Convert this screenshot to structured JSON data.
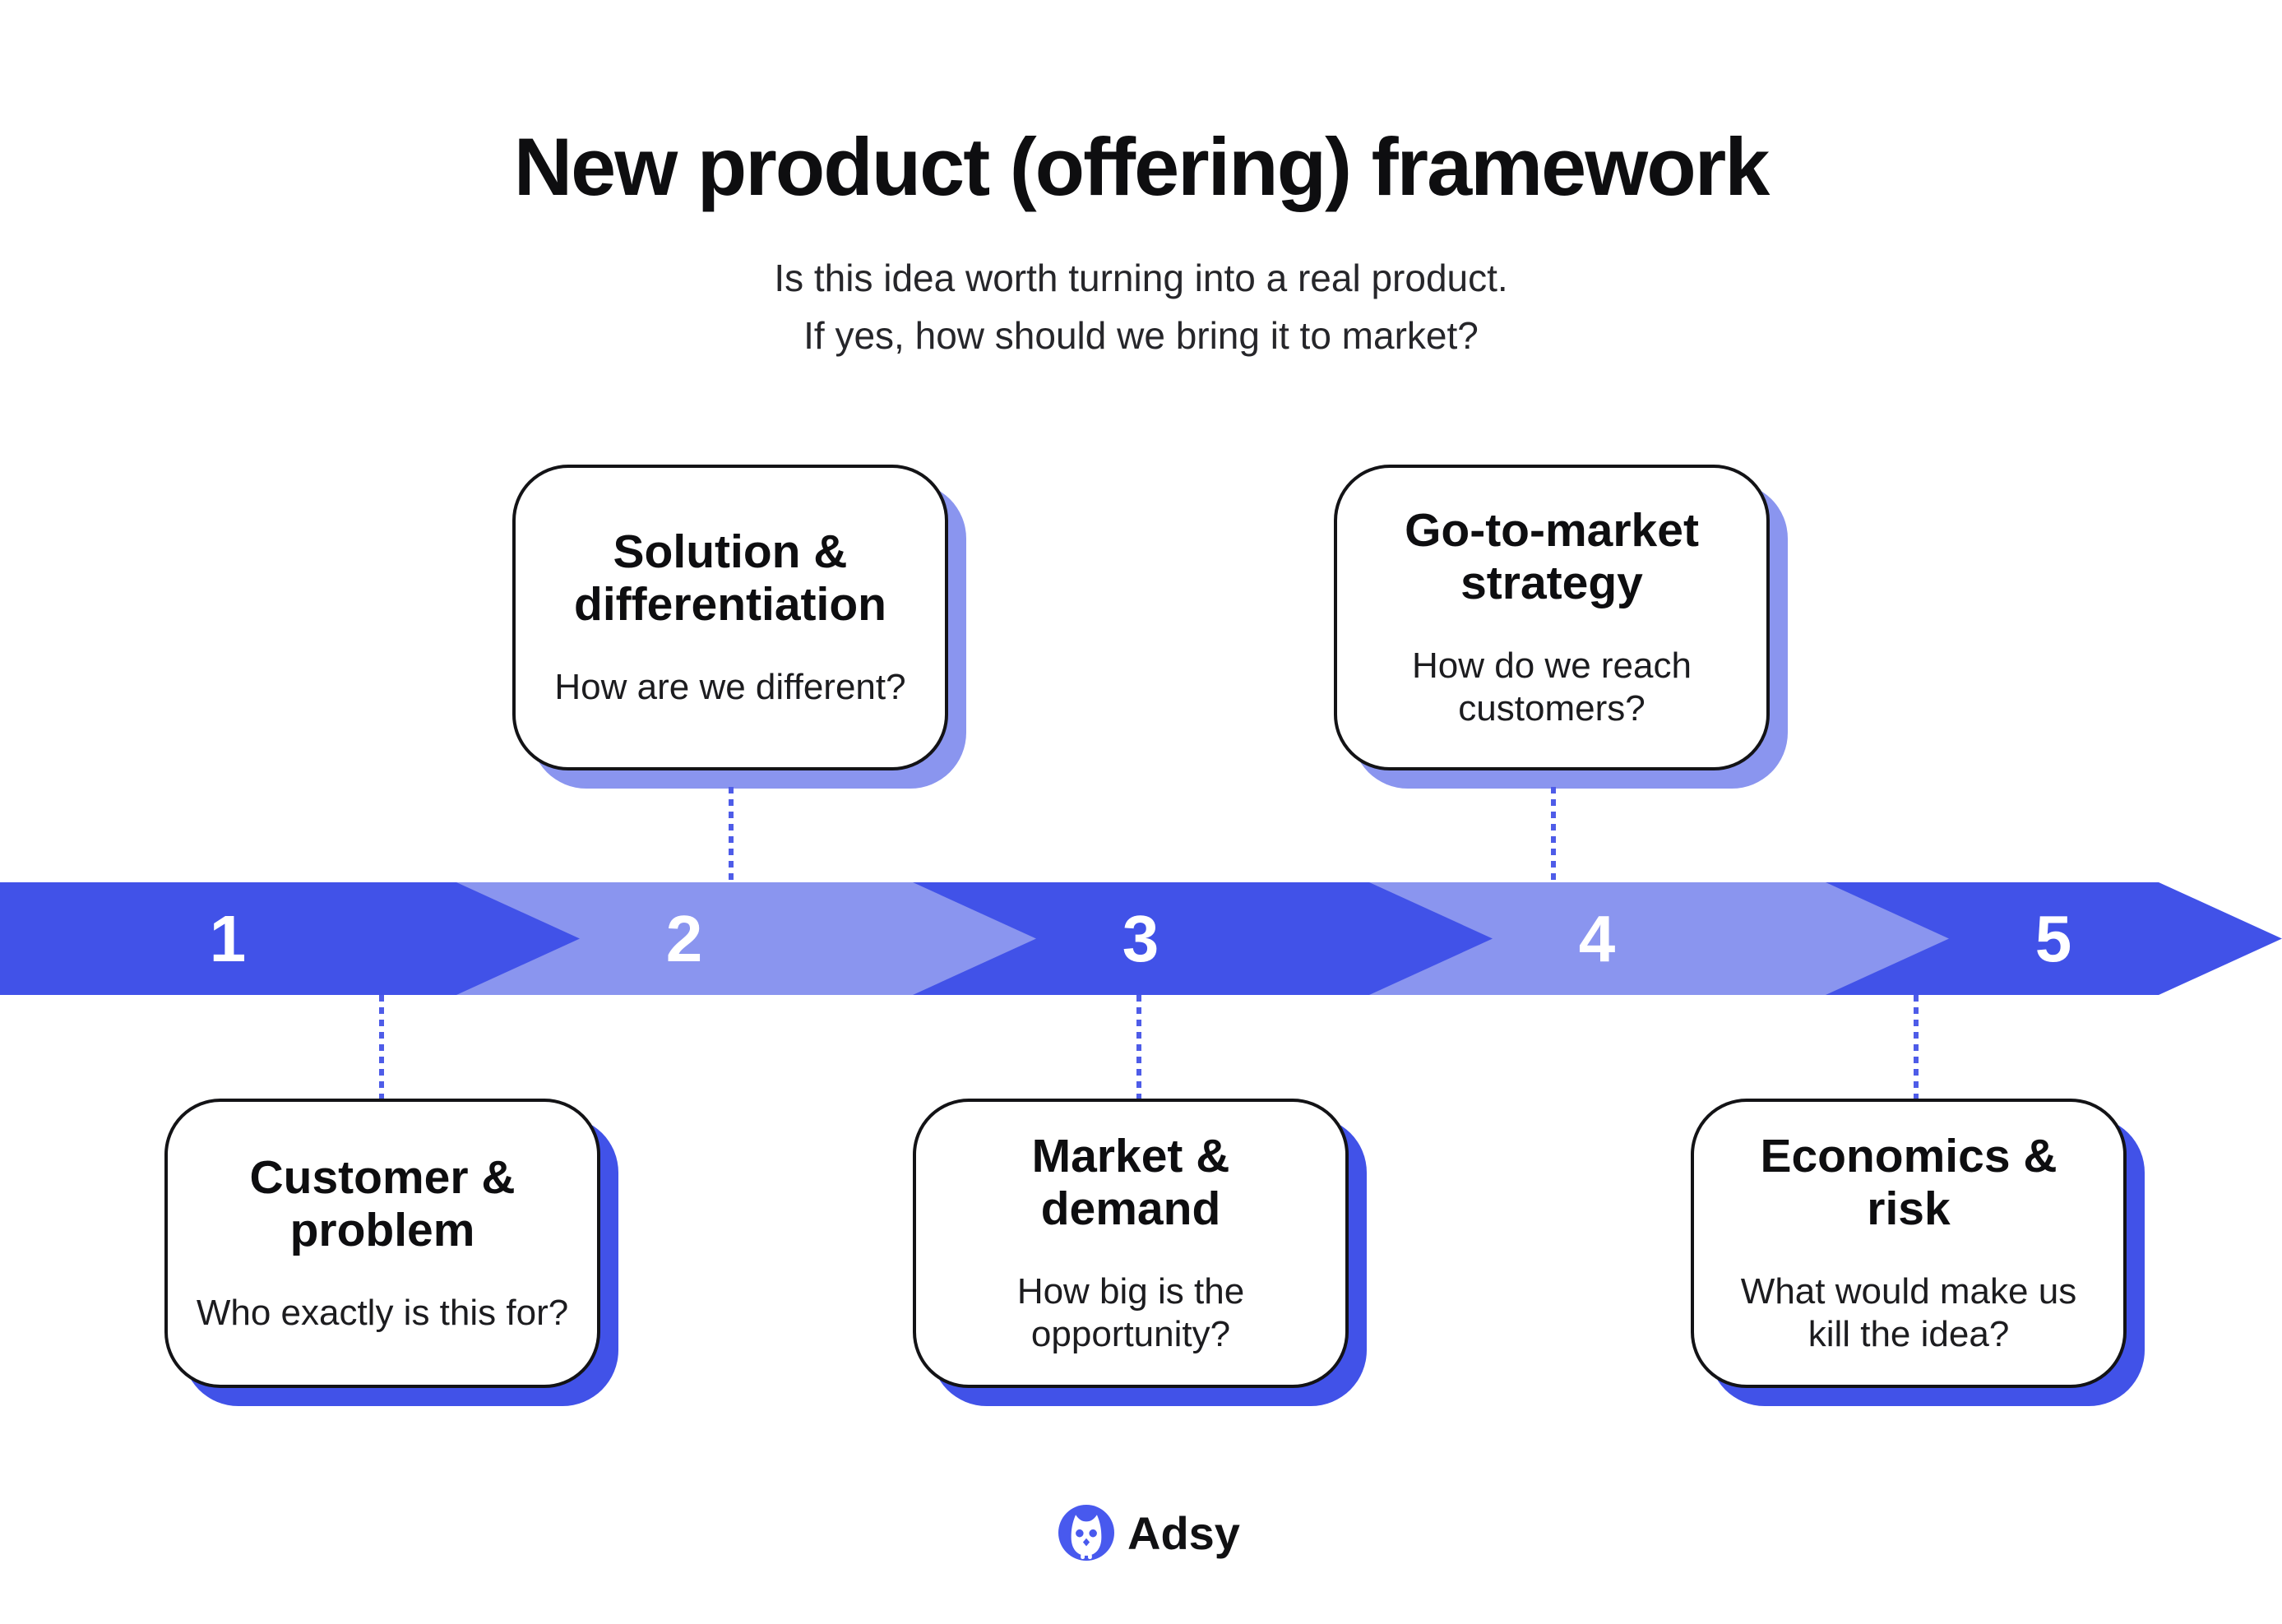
{
  "header": {
    "title": "New product (offering) framework",
    "subtitle_line1": "Is this idea worth turning into a real product.",
    "subtitle_line2": "If yes, how should we bring it to market?"
  },
  "timeline": {
    "type": "process-arrow",
    "steps": [
      {
        "number": "1"
      },
      {
        "number": "2"
      },
      {
        "number": "3"
      },
      {
        "number": "4"
      },
      {
        "number": "5"
      }
    ]
  },
  "cards": {
    "above": [
      {
        "step": "2",
        "title": "Solution & differentiation",
        "question": "How are we different?"
      },
      {
        "step": "4",
        "title": "Go-to-market strategy",
        "question": "How do we reach customers?"
      }
    ],
    "below": [
      {
        "step": "1",
        "title": "Customer & problem",
        "question": "Who exactly is this for?"
      },
      {
        "step": "3",
        "title": "Market & demand",
        "question": "How big is the opportunity?"
      },
      {
        "step": "5",
        "title": "Economics & risk",
        "question": "What would make us kill the idea?"
      }
    ]
  },
  "footer": {
    "brand_name": "Adsy",
    "logo_icon": "owl-icon"
  },
  "colors": {
    "dark_blue": "#4152e8",
    "light_blue": "#8a95ef",
    "connector_blue": "#4e5ce8",
    "logo_blue": "#4859ee",
    "text_black": "#0e0e10",
    "card_background": "#ffffff"
  }
}
